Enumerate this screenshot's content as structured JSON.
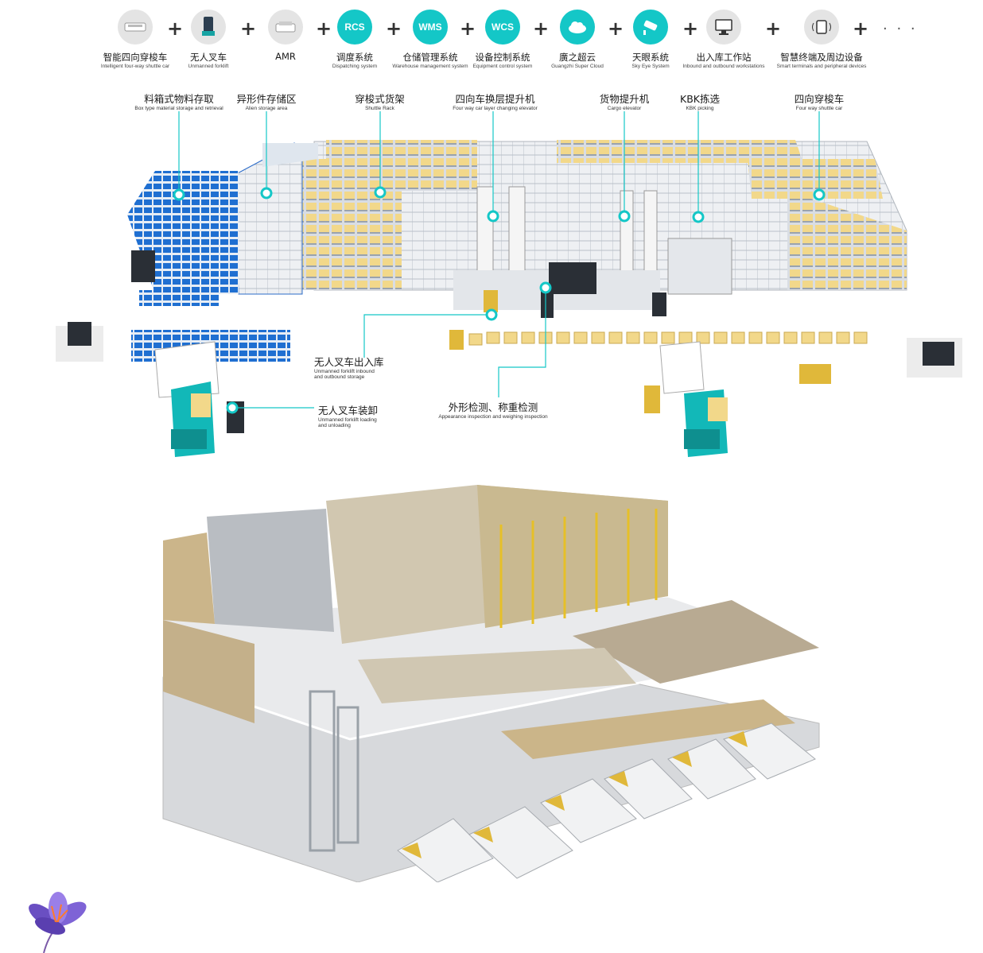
{
  "systems": [
    {
      "zh": "智能四向穿梭车",
      "en": "Intelligent four-way shuttle car",
      "icon": "shuttle-car-icon",
      "style": "grey",
      "text": ""
    },
    {
      "zh": "无人叉车",
      "en": "Unmanned forklift",
      "icon": "forklift-icon",
      "style": "grey",
      "text": ""
    },
    {
      "zh": "AMR",
      "en": "",
      "icon": "amr-icon",
      "style": "grey",
      "text": ""
    },
    {
      "zh": "调度系统",
      "en": "Dispatching system",
      "icon": "",
      "style": "teal",
      "text": "RCS"
    },
    {
      "zh": "仓储管理系统",
      "en": "Warehouse management system",
      "icon": "",
      "style": "teal",
      "text": "WMS"
    },
    {
      "zh": "设备控制系统",
      "en": "Equipment control system",
      "icon": "",
      "style": "teal",
      "text": "WCS"
    },
    {
      "zh": "廣之超云",
      "en": "Guangzhi Super Cloud",
      "icon": "cloud-icon",
      "style": "teal",
      "text": ""
    },
    {
      "zh": "天眼系统",
      "en": "Sky Eye System",
      "icon": "camera-icon",
      "style": "teal",
      "text": ""
    },
    {
      "zh": "出入库工作站",
      "en": "Inbound and outbound workstations",
      "icon": "workstation-icon",
      "style": "grey",
      "text": ""
    },
    {
      "zh": "智慧终端及周边设备",
      "en": "Smart terminals and peripheral devices",
      "icon": "terminal-icon",
      "style": "grey",
      "text": ""
    }
  ],
  "ellipsis": "· · ·",
  "labels": {
    "box_storage": {
      "zh": "料箱式物料存取",
      "en": "Box type material storage and retrieval"
    },
    "alien_storage": {
      "zh": "异形件存储区",
      "en": "Alien storage area"
    },
    "shuttle_rack": {
      "zh": "穿梭式货架",
      "en": "Shuttle Rack"
    },
    "layer_elevator": {
      "zh": "四向车换层提升机",
      "en": "Four way car layer changing elevator"
    },
    "cargo_elevator": {
      "zh": "货物提升机",
      "en": "Cargo elevator"
    },
    "kbk_picking": {
      "zh": "KBK拣选",
      "en": "KBK picking"
    },
    "four_way_shuttle": {
      "zh": "四向穿梭车",
      "en": "Four way shuttle car"
    },
    "forklift_inout": {
      "zh": "无人叉车出入库",
      "en1": "Unmanned forklift inbound",
      "en2": "and outbound storage"
    },
    "forklift_loading": {
      "zh": "无人叉车装卸",
      "en1": "Unmanned forklift loading",
      "en2": "and unloading"
    },
    "inspection": {
      "zh": "外形检测、称重检测",
      "en": "Appearance inspection and weighing inspection"
    }
  },
  "colors": {
    "teal": "#14c7c7",
    "pallet": "#f2d88a",
    "rack": "#c9cdd4",
    "box_blue": "#1f6fd1"
  }
}
